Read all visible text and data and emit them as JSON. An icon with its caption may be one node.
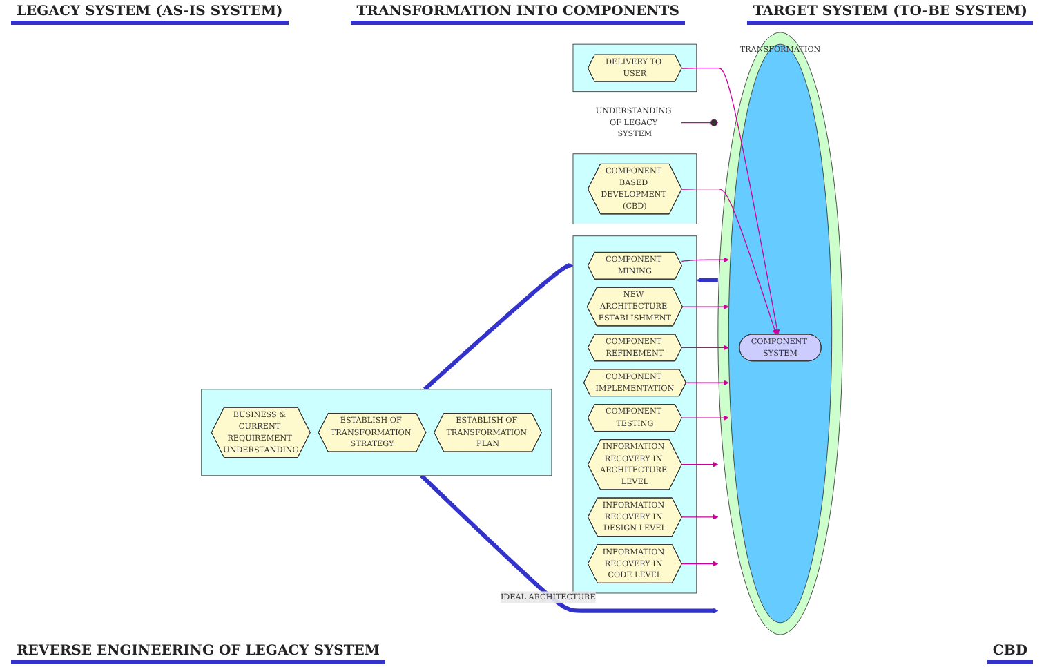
{
  "diagram": {
    "nodes": [
      {
        "text": [],
        "shape": "box"
      },
      {
        "text": [
          "COMPONENT MINING"
        ],
        "in": 0
      },
      {
        "text": [
          "NEW ARCHITECTURE ESTABLISHMENT"
        ],
        "in": 0
      },
      {
        "text": [
          "COMPONENT REFINEMENT"
        ],
        "in": 0
      },
      {
        "text": [
          "COMPONENT IMPLEMENTATION"
        ],
        "in": 0
      },
      {
        "text": [
          "COMPONENT TESTING"
        ],
        "in": 0
      },
      {
        "text": [
          "INFORMATION RECOVERY IN ARCHITECTURE LEVEL"
        ],
        "in": 0
      },
      {
        "text": [
          "INFORMATION RECOVERY IN DESIGN LEVEL"
        ],
        "in": 0
      },
      {
        "text": [
          "INFORMATION RECOVERY IN CODE LEVEL"
        ],
        "in": 0
      },
      {
        "text": [],
        "shape": "circle"
      },
      {
        "text": [
          "TRANSFORMATION"
        ],
        "in": 9
      },
      {
        "text": [
          "COMPONENT SYSTEM"
        ],
        "in": 10
      },
      {
        "text": [],
        "shape": "box"
      },
      {
        "text": [
          "COMPONENT BASED DEVELOPMENT (CBD)"
        ],
        "in": 12
      },
      {
        "text": [],
        "shape": "box"
      },
      {
        "text": [
          "DELIVERY TO USER"
        ],
        "in": 14
      },
      {
        "text": [],
        "shape": "box"
      },
      {
        "text": [
          "BUSINESS & CURRENT REQUIREMENT UNDERSTANDING"
        ],
        "in": 16
      },
      {
        "text": [
          "ESTABLISH OF TRANSFORMATION STRATEGY"
        ],
        "in": 16
      },
      {
        "text": [
          "ESTABLISH OF TRANSFORMATION PLAN"
        ],
        "in": 16
      },
      {
        "text": [
          "UNDERSTANDING OF LEGACY SYSTEM"
        ]
      }
    ],
    "edges": [
      {
        "from": 1,
        "to": 10,
        "arrow": "to"
      },
      {
        "from": 2,
        "to": 10,
        "arrow": "to"
      },
      {
        "from": 3,
        "to": 10,
        "arrow": "to"
      },
      {
        "from": 4,
        "to": 10,
        "arrow": "to"
      },
      {
        "from": 5,
        "to": 10,
        "arrow": "to"
      },
      {
        "from": 6,
        "to": 9,
        "arrow": "to"
      },
      {
        "from": 7,
        "to": 9,
        "arrow": "to"
      },
      {
        "from": 8,
        "to": 9,
        "arrow": "to"
      },
      {
        "from": 13,
        "to": 11,
        "arrow": "to"
      },
      {
        "from": 15,
        "to": 11,
        "arrow": "to"
      },
      {
        "from": 20,
        "to": 9,
        "arrow": "other"
      },
      {
        "from": 9,
        "to": 0,
        "arrow": "to",
        "style": "thick",
        "color": "#3333cc"
      },
      {
        "from": 16,
        "to": 0,
        "arrow": "to",
        "style": "thick",
        "color": "#3333cc"
      },
      {
        "from": 16,
        "to": 9,
        "arrow": "to",
        "style": "thick",
        "color": "#3333cc",
        "label": "IDEAL ARCHITECTURE"
      }
    ],
    "labels": [
      "LEGACY SYSTEM (AS-IS SYSTEM)",
      "TRANSFORMATION INTO COMPONENTS",
      "TARGET SYSTEM (TO-BE SYSTEM)",
      "REVERSE ENGINEERING OF LEGACY SYSTEM",
      "CBD"
    ]
  }
}
